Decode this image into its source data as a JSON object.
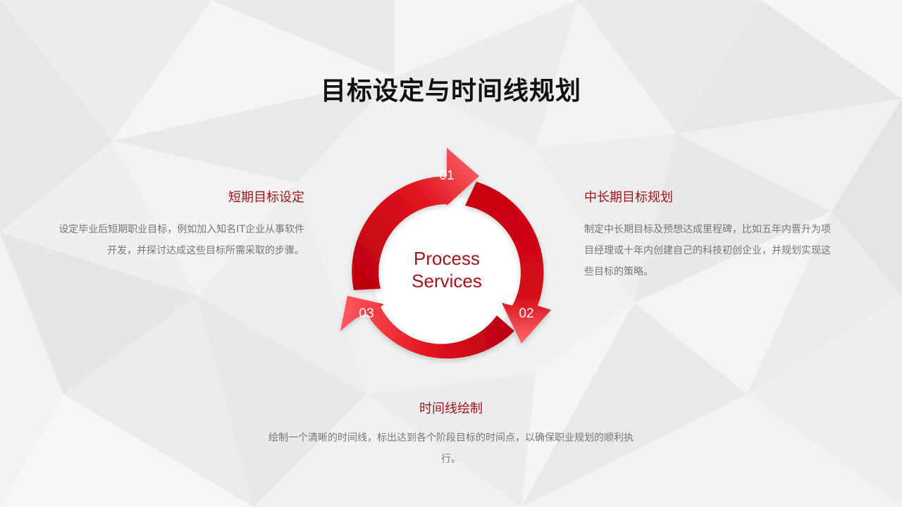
{
  "slide": {
    "title": "目标设定与时间线规划"
  },
  "cycle": {
    "center_line1": "Process",
    "center_line2": "Services",
    "steps": [
      "01",
      "02",
      "03"
    ],
    "colors": {
      "dark": "#c00010",
      "light": "#ff5a5f",
      "accent": "#a3141c"
    }
  },
  "left": {
    "heading": "短期目标设定",
    "text": "设定毕业后短期职业目标，例如加入知名IT企业从事软件开发，并探讨达成这些目标所需采取的步骤。"
  },
  "right": {
    "heading": "中长期目标规划",
    "text": "制定中长期目标及预想达成里程碑，比如五年内晋升为项目经理或十年内创建自己的科技初创企业，并规划实现这些目标的策略。"
  },
  "bottom": {
    "heading": "时间线绘制",
    "text": "绘制一个清晰的时间线，标出达到各个阶段目标的时间点，以确保职业规划的顺利执行。"
  }
}
